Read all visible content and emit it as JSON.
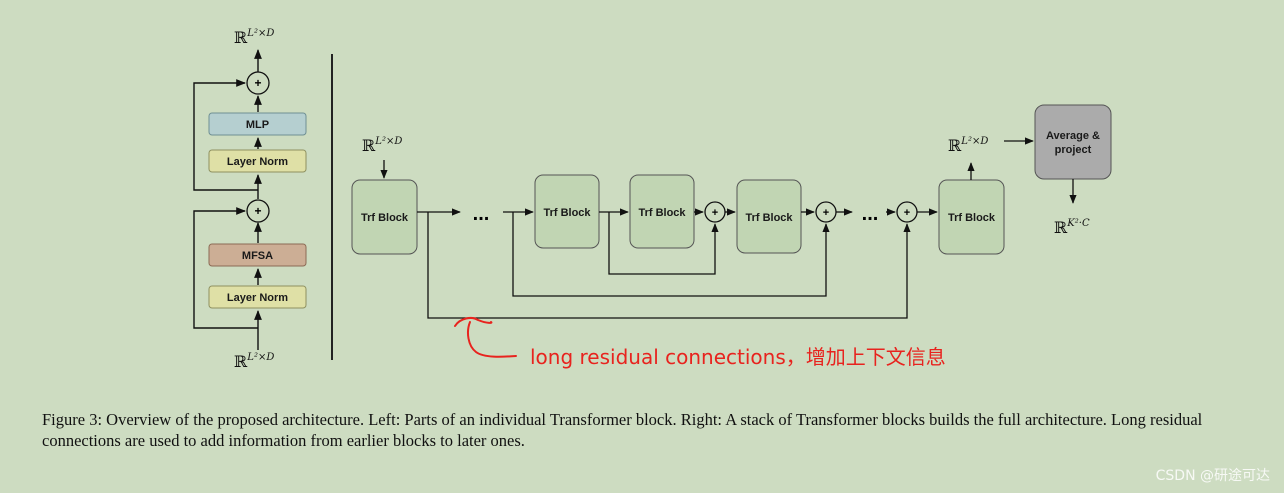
{
  "left": {
    "top_output": {
      "main": "ℝ",
      "sup": "L²×D"
    },
    "bottom_input": {
      "main": "ℝ",
      "sup": "L²×D"
    },
    "mlp_label": "MLP",
    "layer_norm_top_label": "Layer Norm",
    "mfsa_label": "MFSA",
    "layer_norm_bottom_label": "Layer Norm",
    "plus": "+"
  },
  "right": {
    "input": {
      "main": "ℝ",
      "sup": "L²×D"
    },
    "output": {
      "main": "ℝ",
      "sup": "L²×D"
    },
    "final": {
      "main": "ℝ",
      "sup": "K²·C"
    },
    "trf_label": "Trf Block",
    "ellipsis": "...",
    "avg_label_1": "Average &",
    "avg_label_2": "project",
    "plus": "+"
  },
  "annotation": "long residual connections，增加上下文信息",
  "caption": "Figure 3: Overview of the proposed architecture. Left: Parts of an individual Transformer block. Right: A stack of Transformer blocks builds the full architecture. Long residual connections are used to add information from earlier blocks to later ones.",
  "watermark": "CSDN @研途可达",
  "colors": {
    "background": "#cddcc1",
    "mlp": "#b5cfd0",
    "layer_norm": "#dfe0a6",
    "mfsa": "#ccae95",
    "trf": "#c1d5b3",
    "avg": "#ababab",
    "annotation": "#e8231e"
  }
}
